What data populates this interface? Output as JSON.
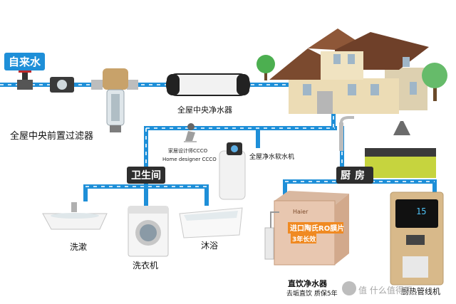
{
  "source_label": "自来水",
  "labels": {
    "prefilter": "全屋中央前置过滤器",
    "central_purifier": "全屋中央净水器",
    "softener": "全屋净水软水机",
    "bathroom": "卫生间",
    "kitchen": "厨房",
    "wash_basin": "洗漱",
    "washing_machine": "洗衣机",
    "bath": "沐浴",
    "direct_drink": "直饮净水器",
    "direct_drink_sub": "去垢直饮 质保5年",
    "dispenser": "厨热管线机",
    "ro_banner": "进口陶氏RO膜片",
    "ro_badge": "3年长效",
    "designer_line1": "家居设计师CCCO",
    "designer_line2": "Home designer CCCO",
    "watermark": "值 什么值得买",
    "brand": "Haier",
    "display_number": "15"
  },
  "colors": {
    "pipe": "#1e8fd8",
    "pipe_dash": "#ffffff",
    "source_tag": "#1e8fd8",
    "room_tag": "#2e2e2e"
  }
}
